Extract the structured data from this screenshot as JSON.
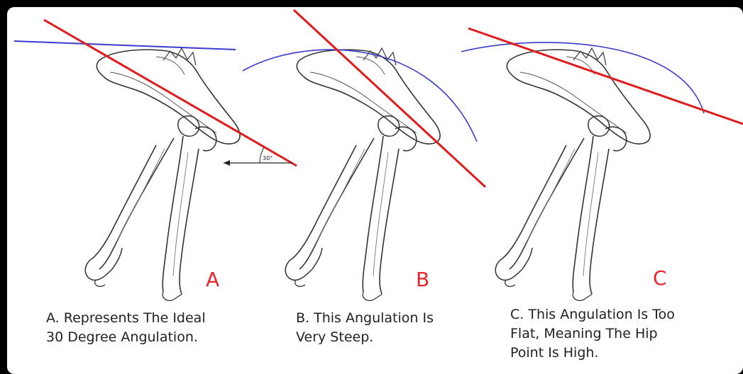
{
  "panels": [
    {
      "letter": "A",
      "angle_label": "30°",
      "caption": "A. Represents The Ideal\n30 Degree Angulation."
    },
    {
      "letter": "B",
      "caption": "B. This Angulation Is\nVery Steep."
    },
    {
      "letter": "C",
      "caption": "C. This Angulation Is Too\nFlat, Meaning The Hip\nPoint Is High."
    }
  ],
  "colors": {
    "pelvis_line": "#e11b1b",
    "topline": "#3a3acc",
    "letter": "#e8242c",
    "bone_outline": "#333333",
    "background": "#ffffff",
    "border": "#000000"
  }
}
